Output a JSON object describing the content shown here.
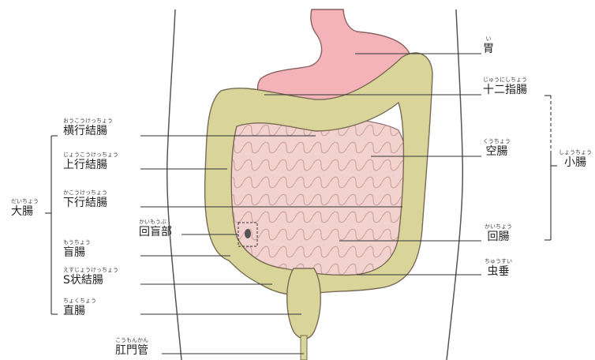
{
  "labels": {
    "stomach": {
      "ruby": "い",
      "text": "胃"
    },
    "duodenum": {
      "ruby": "じゅうにしちょう",
      "text": "十二指腸"
    },
    "jejunum": {
      "ruby": "くうちょう",
      "text": "空腸"
    },
    "ileum": {
      "ruby": "かいちょう",
      "text": "回腸"
    },
    "appendix": {
      "ruby": "ちゅうすい",
      "text": "虫垂"
    },
    "small_intestine": {
      "ruby": "しょうちょう",
      "text": "小腸"
    },
    "transverse": {
      "ruby": "おうこうけっちょう",
      "text": "横行結腸"
    },
    "ascending": {
      "ruby": "じょうこうけっちょう",
      "text": "上行結腸"
    },
    "descending": {
      "ruby": "かこうけっちょう",
      "text": "下行結腸"
    },
    "ileocecal": {
      "ruby": "かいもうぶ",
      "text": "回盲部"
    },
    "cecum": {
      "ruby": "もうちょう",
      "text": "盲腸"
    },
    "sigmoid": {
      "ruby": "えすじょうけっちょう",
      "text": "S状結腸"
    },
    "rectum": {
      "ruby": "ちょくちょう",
      "text": "直腸"
    },
    "large_intestine": {
      "ruby": "だいちょう",
      "text": "大腸"
    },
    "anal_canal": {
      "ruby": "こうもんかん",
      "text": "肛門管"
    }
  },
  "colors": {
    "stomach": "#f4b3b8",
    "colon": "#d9d49a",
    "small_intestine": "#f2d2cf",
    "outline": "#7a6a55",
    "leader": "#333333"
  }
}
